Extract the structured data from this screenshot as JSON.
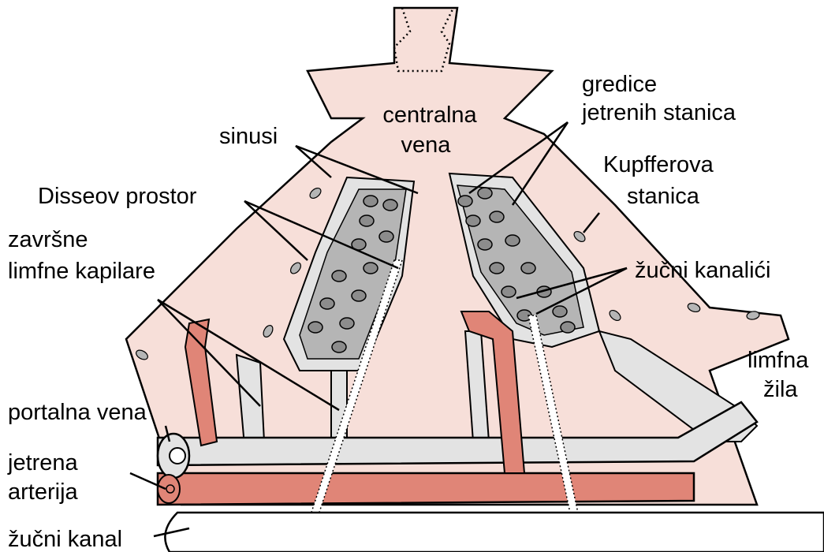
{
  "labels": {
    "centralna_vena_1": "centralna",
    "centralna_vena_2": "vena",
    "sinusi": "sinusi",
    "gredice_1": "gredice",
    "gredice_2": "jetrenih stanica",
    "kupffer_1": "Kupfferova",
    "kupffer_2": "stanica",
    "disse": "Disseov prostor",
    "zavrsne_1": "završne",
    "zavrsne_2": "limfne kapilare",
    "zucni_kanalici": "žučni kanalići",
    "limfna_1": "limfna",
    "limfna_2": "žila",
    "portalna": "portalna vena",
    "arterija_1": "jetrena",
    "arterija_2": "arterija",
    "zucni_kanal": "žučni kanal"
  },
  "colors": {
    "vein_pink": "#f7dfd9",
    "artery_red": "#e08577",
    "lymph_gray": "#e3e3e3",
    "hepatocyte_gray": "#b5b5b5",
    "nucleus": "#8c8c8c",
    "outline": "#000000"
  }
}
